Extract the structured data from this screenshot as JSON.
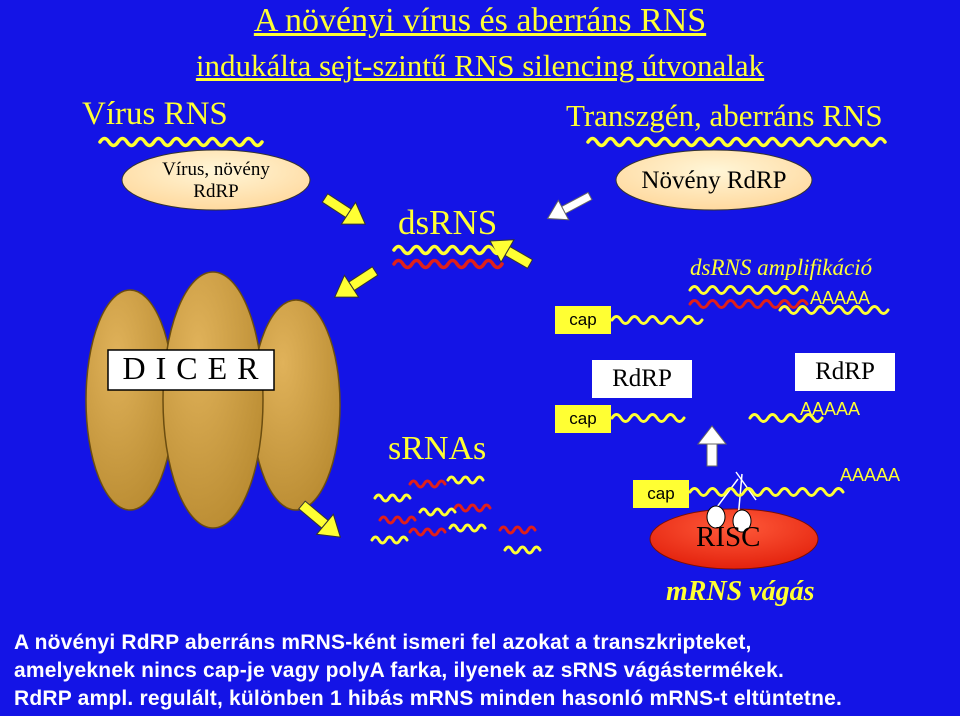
{
  "title": {
    "line1": "A növényi vírus és aberráns RNS",
    "line2": "indukálta sejt-szintű RNS silencing útvonalak"
  },
  "labels": {
    "virus_rna": "Vírus RNS",
    "transgene": "Transzgén, aberráns RNS",
    "virus_plant_rdrp_1": "Vírus, növény",
    "virus_plant_rdrp_2": "RdRP",
    "plant_rdrp": "Növény RdRP",
    "dsrns": "dsRNS",
    "dsrns_amplification": "dsRNS amplifikáció",
    "polya": "AAAAA",
    "cap": "cap",
    "rdrp": "RdRP",
    "dicer": "D I C E R",
    "srnas": "sRNAs",
    "risc": "RISC",
    "mrns_cleavage": "mRNS vágás"
  },
  "caption": {
    "line1": "A növényi RdRP aberráns mRNS-ként ismeri fel azokat a transzkripteket,",
    "line2": "amelyeknek nincs cap-je vagy polyA farka, ilyenek az sRNS vágástermékek.",
    "line3": "RdRP ampl. regulált, különben 1 hibás mRNS minden hasonló mRNS-t eltüntetne."
  },
  "colors": {
    "background": "#1414e6",
    "text_accent": "#ffff33",
    "rna_yellow": "#ffff33",
    "rna_red": "#e0201a",
    "dicer": "#c89a40",
    "risc": "#e6321a"
  }
}
